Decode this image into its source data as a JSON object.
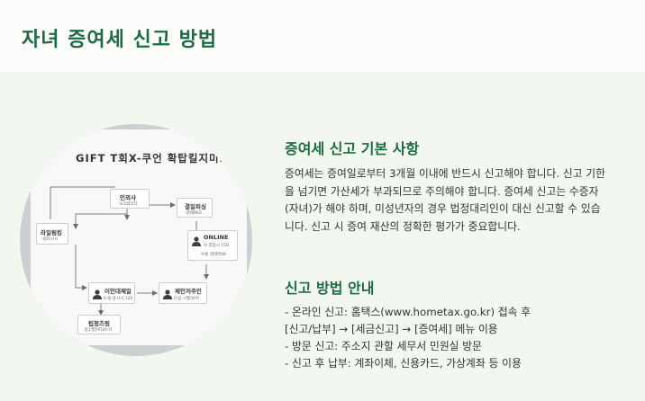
{
  "page": {
    "title": "자녀 증여세 신고 방법"
  },
  "diagram": {
    "title": "GIFT T회X-쿠언 확탑킬지미ı.",
    "nodes": {
      "center": {
        "label": "민외사",
        "sub": "3c5휘더더"
      },
      "right_upper": {
        "label": "결일피싱",
        "sub": "-결배90도"
      },
      "left": {
        "label": "라일림킹",
        "sub": "-릴타시시"
      },
      "online": {
        "label": "ONLINE",
        "sub1": "오·후탑시 150",
        "sub2": "수올 생대변4R"
      },
      "bottom_left": {
        "label": "이민대제일",
        "sub": "0·릴·중시시 120"
      },
      "bottom_right": {
        "label": "제민저주인",
        "sub": "0·팀·시월30치"
      },
      "bottom": {
        "label": "립정즈링",
        "sub": "-중1엘문피20·차"
      }
    }
  },
  "sections": {
    "basics": {
      "title": "증여세 신고 기본 사항",
      "lines": [
        "증여세는 증여일로부터 3개월 이내에 반드시 신고해야 합니다. 신고 기한",
        "을 넘기면 가산세가 부과되므로 주의해야 합니다. 증여세 신고는 수증자",
        "(자녀)가 해야 하며, 미성년자의 경우 법정대리인이 대신 신고할 수 있습",
        "니다. 신고 시 증여 재산의 정확한 평가가 중요합니다."
      ]
    },
    "methods": {
      "title": "신고 방법 안내",
      "items": [
        "- 온라인 신고: 홈택스(www.hometax.go.kr) 접속 후",
        "[신고/납부] → [세금신고] → [증여세] 메뉴 이용",
        "- 방문 신고: 주소지 관할 세무서 민원실 방문",
        "- 신고 후 납부: 계좌이체, 신용카드, 가상계좌 등 이용"
      ]
    }
  },
  "colors": {
    "accent": "#1c6b44",
    "page_bg": "#f2f8ef",
    "header_bg": "#fcfdfb"
  },
  "icons": [
    "person-icon",
    "arrow-icon"
  ]
}
